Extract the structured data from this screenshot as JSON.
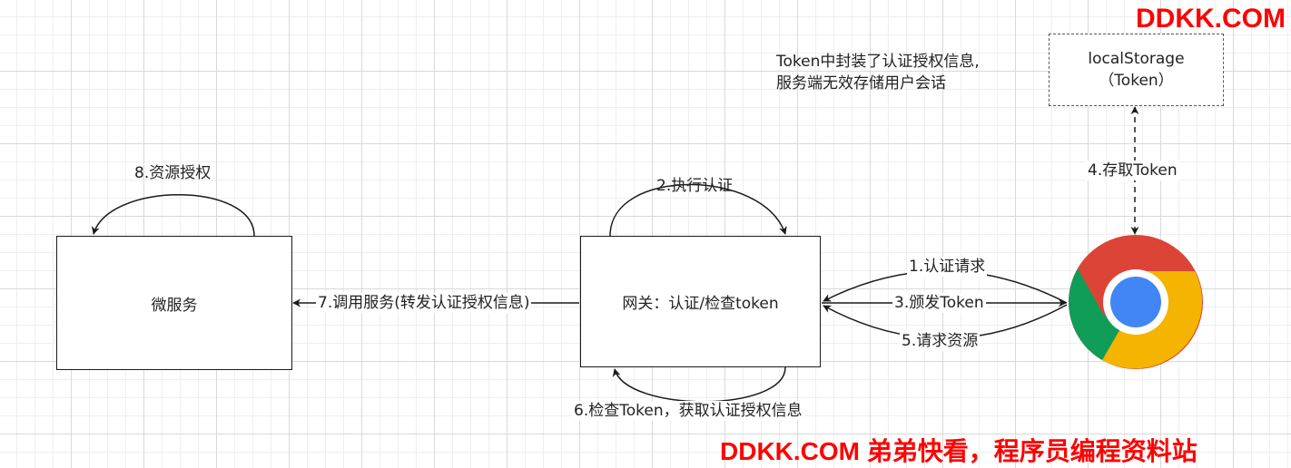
{
  "watermark_top": "DDKK.COM",
  "watermark_bottom": "DDKK.COM 弟弟快看，程序员编程资料站",
  "note": {
    "line1": "Token中封装了认证授权信息,",
    "line2": "服务端无效存储用户会话"
  },
  "nodes": {
    "microservice": "微服务",
    "gateway": "网关：认证/检查token",
    "storage_line1": "localStorage",
    "storage_line2": "（Token）",
    "browser_icon": "chrome-icon"
  },
  "edges": {
    "e1": "1.认证请求",
    "e2": "2.执行认证",
    "e3": "3.颁发Token",
    "e4": "4.存取Token",
    "e5": "5.请求资源",
    "e6": "6.检查Token，获取认证授权信息",
    "e7": "7.调用服务(转发认证授权信息)",
    "e8": "8.资源授权"
  },
  "colors": {
    "watermark": "#ff0000",
    "chrome_red": "#db4437",
    "chrome_green": "#0f9d58",
    "chrome_yellow": "#f4b400",
    "chrome_blue": "#4285f4"
  }
}
